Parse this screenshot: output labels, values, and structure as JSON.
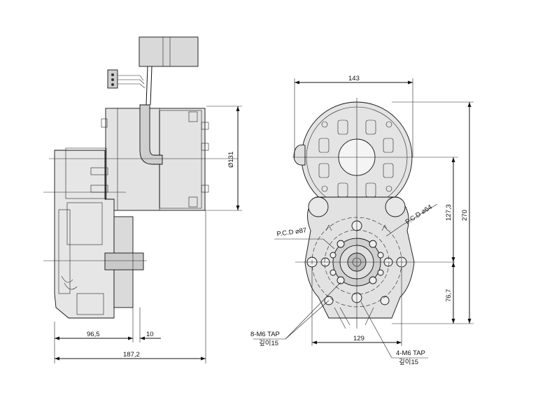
{
  "side_view": {
    "dim_diameter": "Ø131",
    "dim_offset": "96,5",
    "dim_flange": "10",
    "dim_total_length": "187,2"
  },
  "front_view": {
    "dim_width": "143",
    "dim_height_total": "270",
    "dim_upper": "127,3",
    "dim_lower": "76,7",
    "dim_base_width": "129",
    "pcd_large": "P.C.D ⌀87",
    "pcd_small": "P.C.D ⌀64",
    "tap_8_line1": "8-M6 TAP",
    "tap_8_line2": "깊이15",
    "tap_4_line1": "4-M6 TAP",
    "tap_4_line2": "깊이15"
  }
}
